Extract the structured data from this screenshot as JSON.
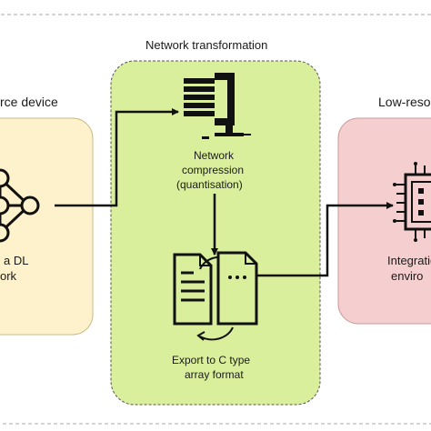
{
  "colors": {
    "source_fill": "#fdf2cc",
    "transform_fill": "#d9ef9c",
    "target_fill": "#f5cfcf",
    "outline": "#444444",
    "arrow": "#111111"
  },
  "panels": {
    "source": {
      "title": "rce device",
      "caption_line1": "a DL",
      "caption_line2": "ork"
    },
    "transformation": {
      "title": "Network transformation",
      "compression_line1": "Network",
      "compression_line2": "compression",
      "compression_line3": "(quantisation)",
      "export_line1": "Export to C type",
      "export_line2": "array format"
    },
    "target": {
      "title": "Low-resou",
      "caption_line1": "Integratio",
      "caption_line2": "enviro"
    }
  },
  "icons": [
    "neural-network-icon",
    "clamp-compression-icon",
    "file-convert-icon",
    "microchip-icon"
  ]
}
